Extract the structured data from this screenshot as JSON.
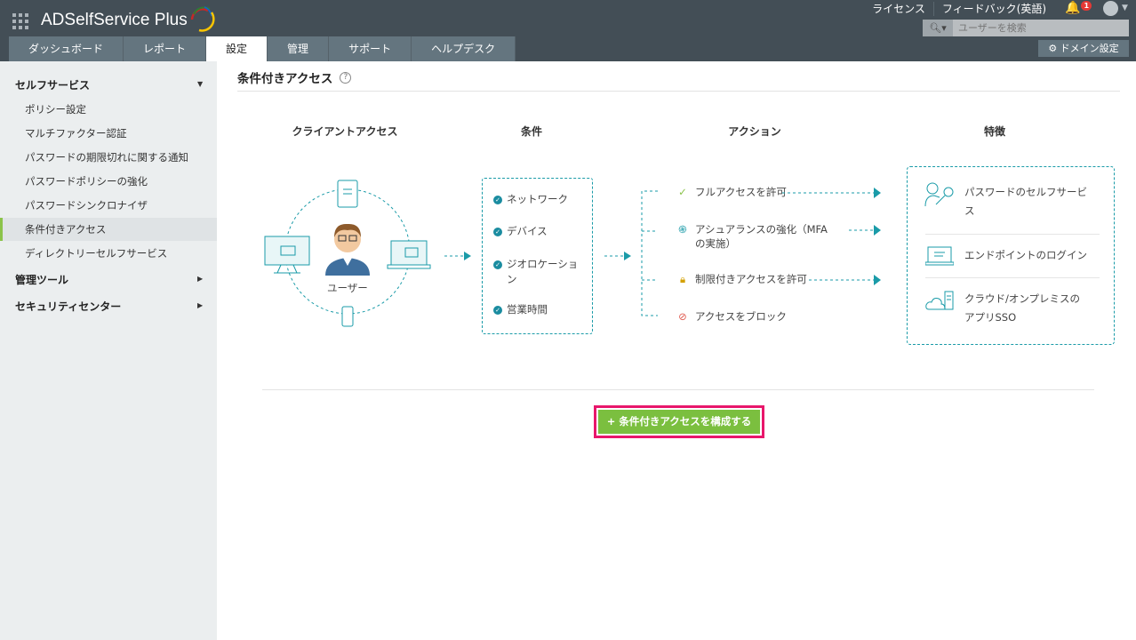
{
  "header": {
    "app_name": "ADSelfService Plus",
    "links": [
      "ライセンス",
      "フィードバック(英語)"
    ],
    "notification_count": "1",
    "search_placeholder": "ユーザーを検索",
    "domain_settings": "ドメイン設定"
  },
  "tabs": [
    "ダッシュボード",
    "レポート",
    "設定",
    "管理",
    "サポート",
    "ヘルプデスク"
  ],
  "active_tab": "設定",
  "sidebar": {
    "sections": [
      {
        "label": "セルフサービス",
        "items": [
          "ポリシー設定",
          "マルチファクター認証",
          "パスワードの期限切れに関する通知",
          "パスワードポリシーの強化",
          "パスワードシンクロナイザ",
          "条件付きアクセス",
          "ディレクトリーセルフサービス"
        ]
      },
      {
        "label": "管理ツール"
      },
      {
        "label": "セキュリティセンター"
      }
    ],
    "active_item": "条件付きアクセス"
  },
  "page": {
    "title": "条件付きアクセス",
    "help": "?"
  },
  "diagram": {
    "columns": [
      "クライアントアクセス",
      "条件",
      "アクション",
      "特徴"
    ],
    "user_label": "ユーザー",
    "conditions": [
      "ネットワーク",
      "デバイス",
      "ジオロケーション",
      "営業時間"
    ],
    "actions": [
      "フルアクセスを許可",
      "アシュアランスの強化（MFAの実施）",
      "制限付きアクセスを許可",
      "アクセスをブロック"
    ],
    "features": [
      "パスワードのセルフサービス",
      "エンドポイントのログイン",
      "クラウド/オンプレミスのアプリSSO"
    ]
  },
  "button": {
    "label": "条件付きアクセスを構成する",
    "icon": "+"
  },
  "colors": {
    "accent": "#1a9ba8",
    "button": "#7bbf3f",
    "highlight": "#e8176b",
    "header": "#434e56"
  }
}
